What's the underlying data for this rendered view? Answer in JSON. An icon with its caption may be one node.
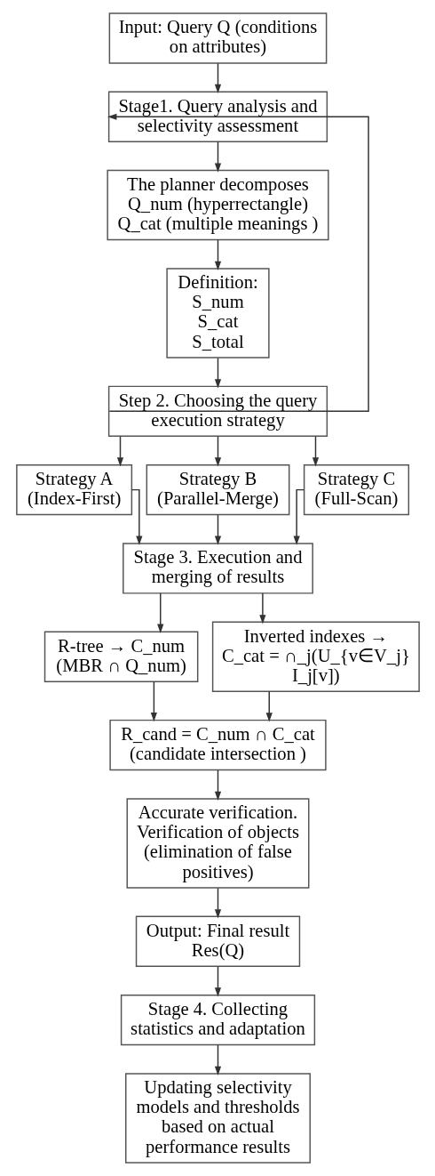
{
  "diagram": {
    "nodes": [
      {
        "text": [
          "Input: Query Q (conditions on attributes)"
        ]
      },
      {
        "text": [
          "Stage1. Query analysis and selectivity assessment"
        ]
      },
      {
        "text": [
          "The planner decomposes",
          "Q_num (hyperrectangle)",
          "Q_cat (multiple meanings )"
        ]
      },
      {
        "text": [
          "Definition:",
          "S_num",
          "S_cat",
          "S_total"
        ]
      },
      {
        "text": [
          "Step 2. Choosing the query execution strategy"
        ]
      },
      {
        "text": [
          "Strategy A (Index-First)"
        ]
      },
      {
        "text": [
          "Strategy B (Parallel-Merge)"
        ]
      },
      {
        "text": [
          "Strategy C (Full-Scan)"
        ]
      },
      {
        "text": [
          "Stage 3. Execution and merging of results"
        ]
      },
      {
        "text": [
          "R-tree → C_num (MBR ∩ Q_num)"
        ]
      },
      {
        "text": [
          "Inverted indexes → C_cat = ∩_j(U_{v∈V_j} I_j[v])"
        ]
      },
      {
        "text": [
          "R_cand = C_num ∩ C_cat (candidate intersection )"
        ]
      },
      {
        "text": [
          "Accurate verification. Verification of objects (elimination of false positives)"
        ]
      },
      {
        "text": [
          "Output: Final result Res(Q)"
        ]
      },
      {
        "text": [
          "Stage 4. Collecting statistics and adaptation"
        ]
      },
      {
        "text": [
          "Updating selectivity models and thresholds based on actual performance results"
        ]
      }
    ],
    "edges": [
      {
        "from": 0,
        "to": 1,
        "arrow": "to"
      },
      {
        "from": 1,
        "to": 2,
        "arrow": "to"
      },
      {
        "from": 2,
        "to": 3,
        "arrow": "to"
      },
      {
        "from": 3,
        "to": 4,
        "arrow": "to"
      },
      {
        "from": 4,
        "to": 1,
        "arrow": "to"
      },
      {
        "from": 4,
        "to": 5,
        "arrow": "to"
      },
      {
        "from": 4,
        "to": 6,
        "arrow": "to"
      },
      {
        "from": 4,
        "to": 7,
        "arrow": "to"
      },
      {
        "from": 5,
        "to": 8,
        "arrow": "to"
      },
      {
        "from": 6,
        "to": 8,
        "arrow": "to"
      },
      {
        "from": 7,
        "to": 8,
        "arrow": "to"
      },
      {
        "from": 8,
        "to": 9,
        "arrow": "to"
      },
      {
        "from": 8,
        "to": 10,
        "arrow": "to"
      },
      {
        "from": 9,
        "to": 11,
        "arrow": "to"
      },
      {
        "from": 10,
        "to": 11,
        "arrow": "to"
      },
      {
        "from": 11,
        "to": 12,
        "arrow": "to"
      },
      {
        "from": 12,
        "to": 13,
        "arrow": "to"
      },
      {
        "from": 13,
        "to": 14,
        "arrow": "to"
      },
      {
        "from": 14,
        "to": 15,
        "arrow": "to"
      }
    ]
  }
}
